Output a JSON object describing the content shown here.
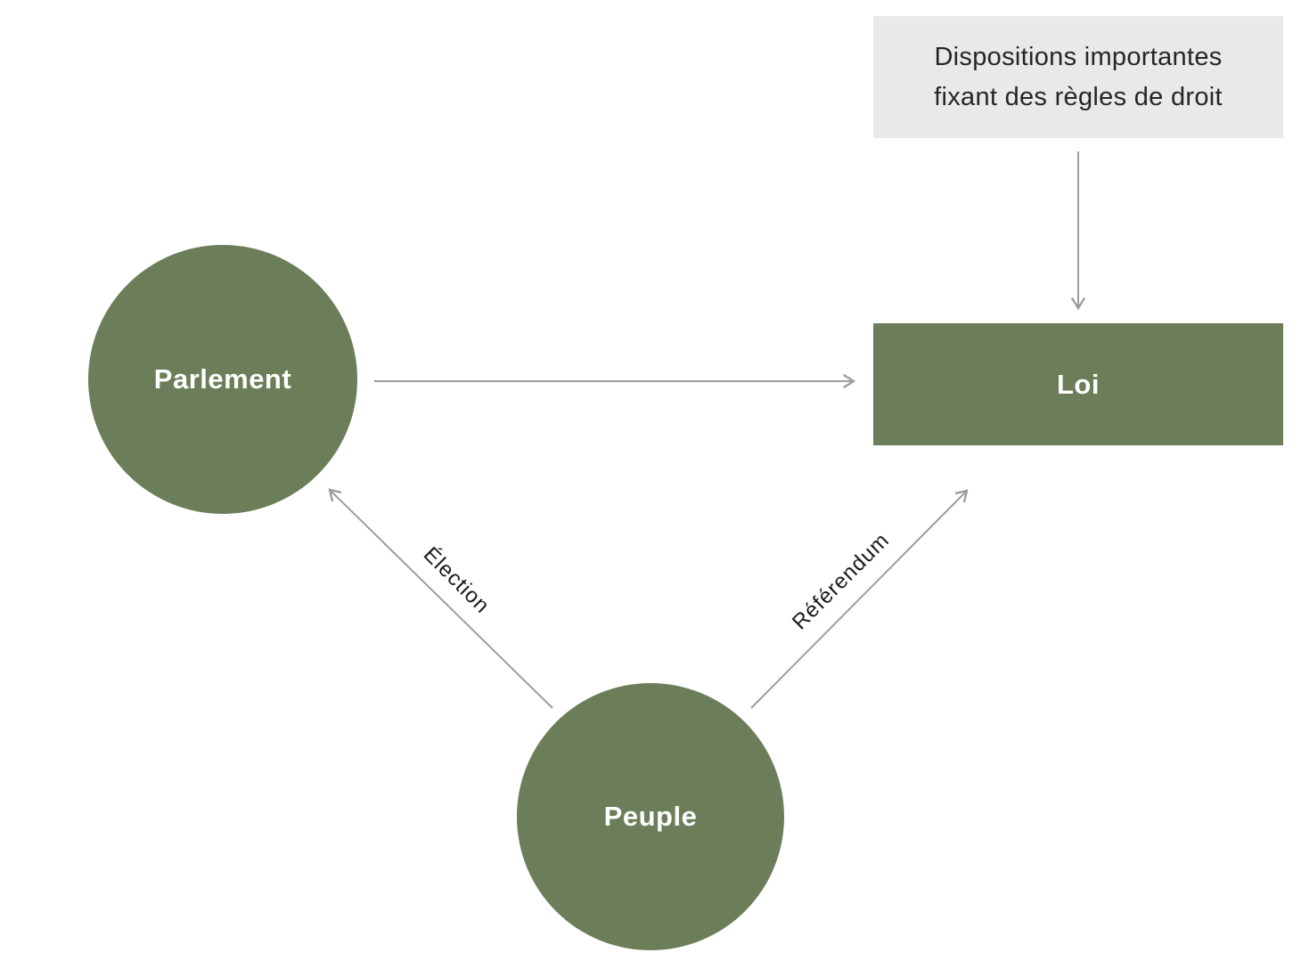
{
  "note": {
    "line1": "Dispositions importantes",
    "line2": "fixant des règles de droit"
  },
  "nodes": {
    "parlement": {
      "label": "Parlement",
      "shape": "circle"
    },
    "peuple": {
      "label": "Peuple",
      "shape": "circle"
    },
    "loi": {
      "label": "Loi",
      "shape": "rectangle"
    }
  },
  "edges": {
    "election": {
      "label": "Élection",
      "from": "Peuple",
      "to": "Parlement"
    },
    "referendum": {
      "label": "Référendum",
      "from": "Peuple",
      "to": "Loi"
    },
    "parlement_to_loi": {
      "label": "",
      "from": "Parlement",
      "to": "Loi"
    },
    "note_to_loi": {
      "label": "",
      "from": "note",
      "to": "Loi"
    }
  },
  "colors": {
    "node_green": "#6b7e59",
    "note_background": "#e9e9e9",
    "note_text": "#262626",
    "arrow_gray": "#9d9d9d",
    "node_text": "#ffffff",
    "edge_label_text": "#1a1a1a"
  }
}
